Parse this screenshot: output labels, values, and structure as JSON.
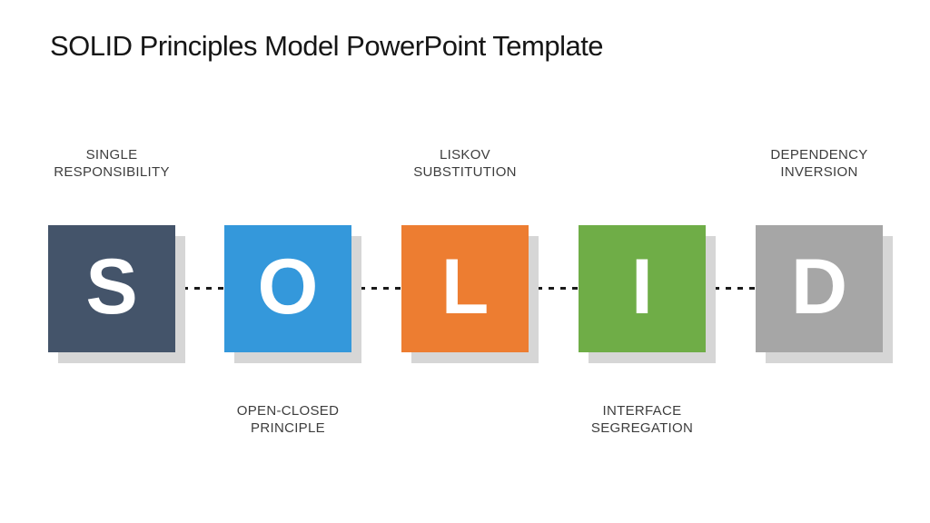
{
  "slide": {
    "title": "SOLID Principles Model PowerPoint Template"
  },
  "colors": {
    "background": "#ffffff",
    "title_text": "#161616",
    "label_text": "#3d3d3d",
    "letter_text": "#ffffff",
    "shadow": "#d6d6d6",
    "connector": "#1a1a1a"
  },
  "principles": [
    {
      "letter": "S",
      "label_line1": "SINGLE",
      "label_line2": "RESPONSIBILITY",
      "label_position": "top",
      "color": "#44546a"
    },
    {
      "letter": "O",
      "label_line1": "OPEN-CLOSED",
      "label_line2": "PRINCIPLE",
      "label_position": "bottom",
      "color": "#3498db"
    },
    {
      "letter": "L",
      "label_line1": "LISKOV",
      "label_line2": "SUBSTITUTION",
      "label_position": "top",
      "color": "#ed7d31"
    },
    {
      "letter": "I",
      "label_line1": "INTERFACE",
      "label_line2": "SEGREGATION",
      "label_position": "bottom",
      "color": "#6fad47"
    },
    {
      "letter": "D",
      "label_line1": "DEPENDENCY",
      "label_line2": "INVERSION",
      "label_position": "top",
      "color": "#a6a6a6"
    }
  ]
}
